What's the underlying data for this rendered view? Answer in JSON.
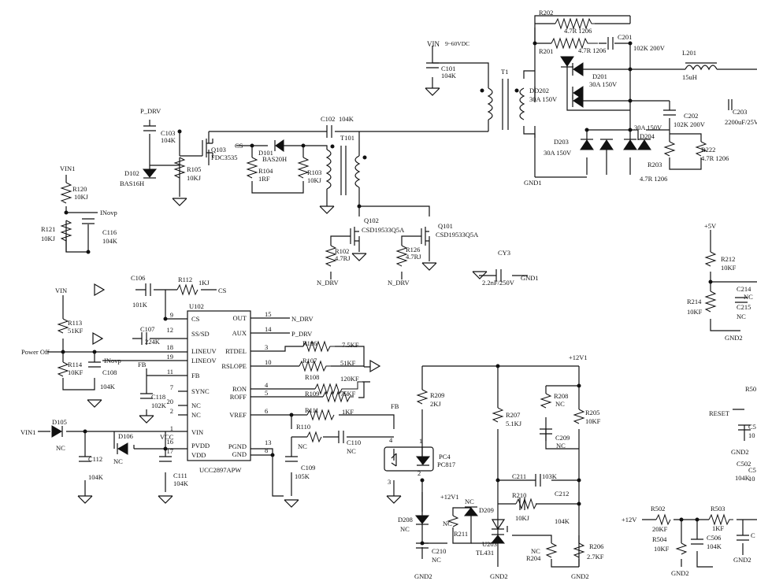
{
  "net": {
    "vin": "VIN",
    "vin_range": "9~60VDC",
    "vin1": "VIN1",
    "p_drv": "P_DRV",
    "n_drv": "N_DRV",
    "cs": "CS",
    "inovp": "INovp",
    "fb": "FB",
    "vcc": "VCC",
    "power_off": "Power Off",
    "reset": "RESET",
    "p5v": "+5V",
    "p12v1": "+12V1",
    "p12v": "+12V",
    "gnd1": "GND1",
    "gnd2": "GND2"
  },
  "parts": {
    "C101": [
      "C101",
      "104K"
    ],
    "T1": [
      "T1"
    ],
    "C102": [
      "C102",
      "104K"
    ],
    "T101": [
      "T101"
    ],
    "C103": [
      "C103",
      "104K"
    ],
    "Q103": [
      "Q103",
      "FDC3535"
    ],
    "D102": [
      "D102",
      "BAS16H"
    ],
    "R105": [
      "R105",
      "10KJ"
    ],
    "D101": [
      "D101",
      "BAS20H"
    ],
    "R104": [
      "R104",
      "1RF"
    ],
    "R103": [
      "R103",
      "10KJ"
    ],
    "R120": [
      "R120",
      "10KJ"
    ],
    "R121": [
      "R121",
      "10KJ"
    ],
    "C116": [
      "C116",
      "104K"
    ],
    "Q102": [
      "Q102",
      "CSD19533Q5A"
    ],
    "Q101": [
      "Q101",
      "CSD19533Q5A"
    ],
    "R102": [
      "R102",
      "4.7RJ"
    ],
    "R126": [
      "R126",
      "4.7RJ"
    ],
    "CY3": [
      "CY3",
      "2.2nF/250V"
    ],
    "R202": [
      "R202",
      "4.7R 1206"
    ],
    "R201": [
      "R201",
      "4.7R 1206"
    ],
    "C201": [
      "C201",
      "102K 200V"
    ],
    "L201": [
      "L201",
      "15uH"
    ],
    "DD202": [
      "DD202",
      "30A 150V"
    ],
    "D201": [
      "D201",
      "30A 150V"
    ],
    "C202": [
      "C202",
      "102K 200V"
    ],
    "C203": [
      "C203",
      "2200uF/25V"
    ],
    "D203": [
      "D203",
      "30A 150V"
    ],
    "D204": [
      "D204",
      "30A 150V"
    ],
    "R203": [
      "R203",
      "4.7R 1206"
    ],
    "R222": [
      "R222",
      "4.7R 1206"
    ],
    "R212": [
      "R212",
      "10KF"
    ],
    "R214": [
      "R214",
      "10KF"
    ],
    "C214": [
      "C214",
      "NC"
    ],
    "C215": [
      "C215",
      "NC"
    ],
    "C106": [
      "C106",
      "101K"
    ],
    "R112": [
      "R112",
      "1KJ"
    ],
    "C107": [
      "C107",
      "224K"
    ],
    "R113": [
      "R113",
      "51KF"
    ],
    "R114": [
      "R114",
      "10KF"
    ],
    "C108": [
      "C108",
      "104K"
    ],
    "C118": [
      "C118",
      "102K"
    ],
    "D105": [
      "D105",
      "NC"
    ],
    "D106": [
      "D106",
      "NC"
    ],
    "C112": [
      "C112",
      "104K"
    ],
    "C111": [
      "C111",
      "104K"
    ],
    "R106": [
      "R106",
      "7.5KF"
    ],
    "R107": [
      "R107",
      "51KF"
    ],
    "R108": [
      "R108",
      "120KF"
    ],
    "R109": [
      "R109",
      "75KF"
    ],
    "R111": [
      "R111",
      "1KF"
    ],
    "R110": [
      "R110",
      "NC"
    ],
    "C110": [
      "C110",
      "NC"
    ],
    "C109": [
      "C109",
      "105K"
    ],
    "R209": [
      "R209",
      "2KJ"
    ],
    "PC4": [
      "PC4",
      "PC817"
    ],
    "R207": [
      "R207",
      "5.1KJ"
    ],
    "R208": [
      "R208",
      "NC"
    ],
    "C209": [
      "C209",
      "NC"
    ],
    "R205": [
      "R205",
      "10KF"
    ],
    "C211": [
      "C211",
      "103K"
    ],
    "R210": [
      "R210",
      "10KJ"
    ],
    "C212": [
      "C212",
      "104K"
    ],
    "D208": [
      "D208",
      "NC"
    ],
    "D209": [
      "D209",
      "NC"
    ],
    "R211": [
      "R211",
      "NC"
    ],
    "U203": [
      "U203",
      "TL431"
    ],
    "R204": [
      "R204",
      "NC"
    ],
    "R206": [
      "R206",
      "2.7KF"
    ],
    "C210": [
      "C210",
      "NC"
    ],
    "R502": [
      "R502",
      "20KF"
    ],
    "R504": [
      "R504",
      "10KF"
    ],
    "C506": [
      "C506",
      "104K"
    ],
    "R503": [
      "R503",
      "1KF"
    ],
    "C502": [
      "C502",
      "104K"
    ],
    "R50x": [
      "R50"
    ],
    "C5a": [
      "C5",
      "10"
    ],
    "C5b": [
      "C5",
      "10"
    ],
    "C5c": [
      "C"
    ]
  },
  "u102": {
    "ref": "U102",
    "part": "UCC2897APW",
    "left_pins": [
      {
        "num": "9",
        "name": "CS"
      },
      {
        "num": "12",
        "name": "SS/SD"
      },
      {
        "num": "18",
        "name": "LINEUV"
      },
      {
        "num": "19",
        "name": "LINEOV"
      },
      {
        "num": "11",
        "name": "FB"
      },
      {
        "num": "7",
        "name": "SYNC"
      },
      {
        "num": "20",
        "name": "NC"
      },
      {
        "num": "2",
        "name": "NC"
      },
      {
        "num": "1",
        "name": "VIN"
      },
      {
        "num": "16",
        "name": "PVDD"
      },
      {
        "num": "17",
        "name": "VDD"
      }
    ],
    "right_pins": [
      {
        "num": "15",
        "name": "OUT"
      },
      {
        "num": "14",
        "name": "AUX"
      },
      {
        "num": "3",
        "name": "RTDEL"
      },
      {
        "num": "10",
        "name": "RSLOPE"
      },
      {
        "num": "4",
        "name": "RON"
      },
      {
        "num": "5",
        "name": "ROFF"
      },
      {
        "num": "6",
        "name": "VREF"
      },
      {
        "num": "13",
        "name": "PGND"
      },
      {
        "num": "8",
        "name": "GND"
      }
    ]
  },
  "pc4_pins": [
    "1",
    "2",
    "3",
    "4"
  ]
}
